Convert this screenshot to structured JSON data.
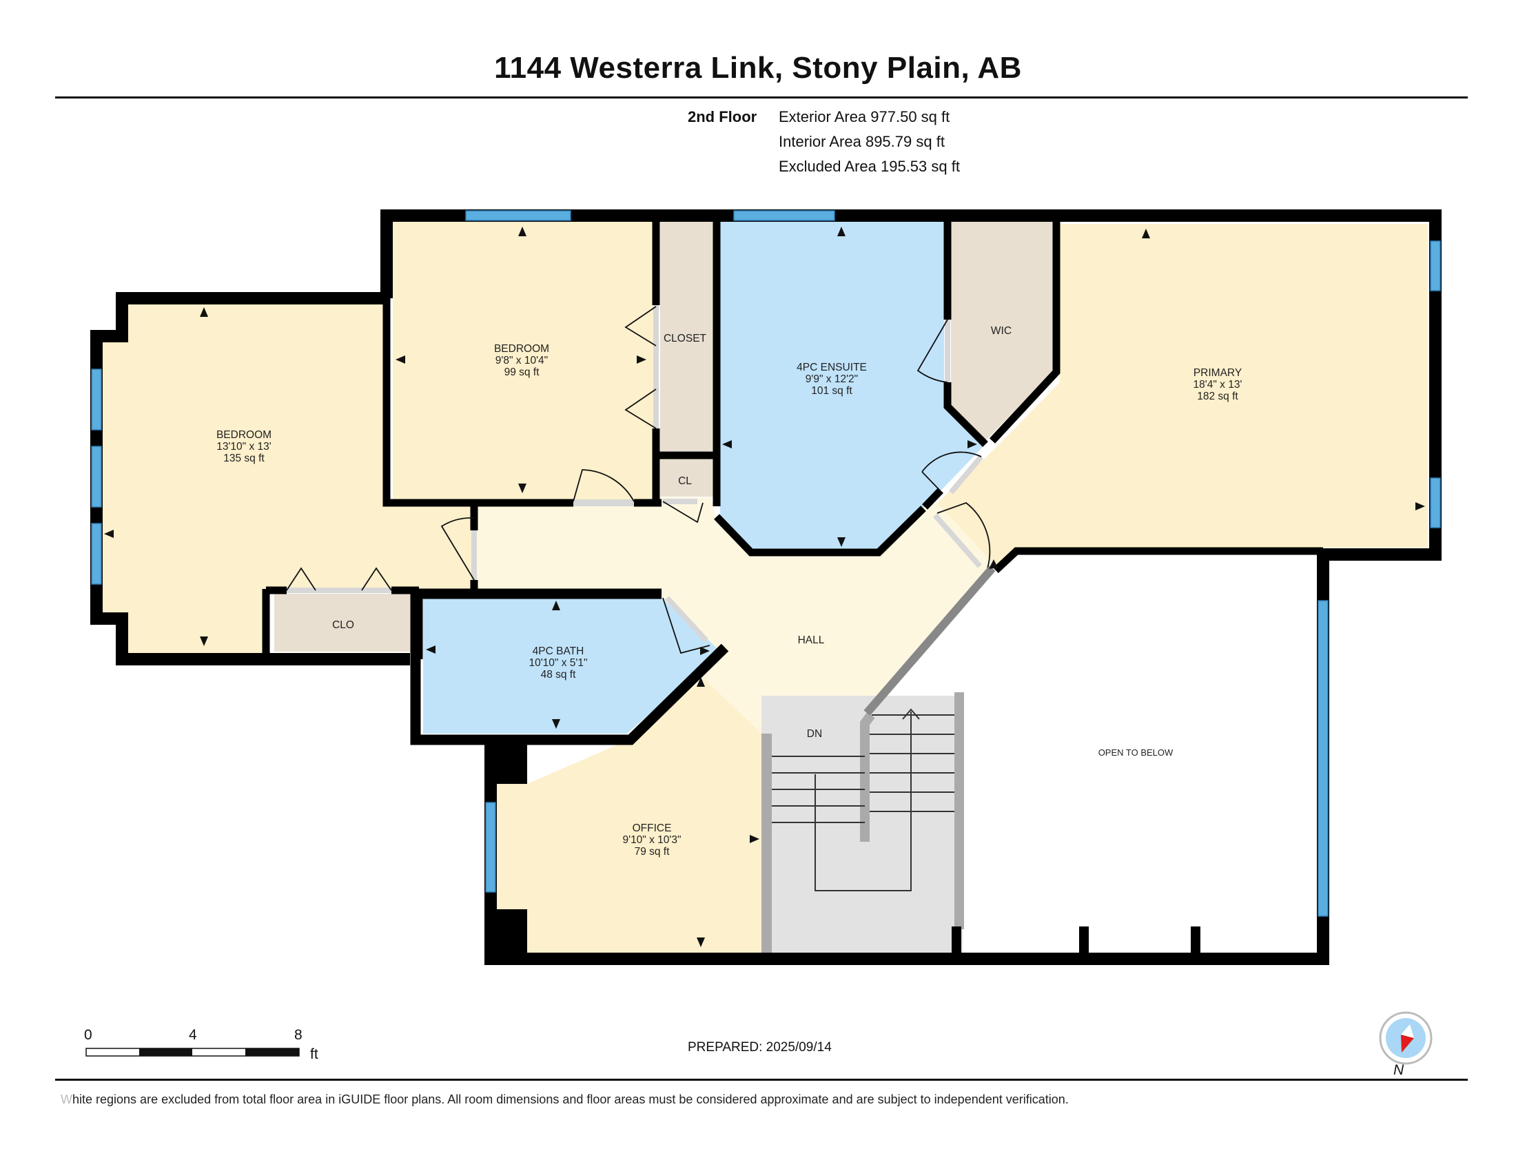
{
  "header": {
    "address": "1144 Westerra Link, Stony Plain, AB",
    "floor": "2nd Floor",
    "areas": [
      "Exterior Area 977.50 sq ft",
      "Interior Area 895.79 sq ft",
      "Excluded Area 195.53 sq ft"
    ]
  },
  "rooms": {
    "bedroom_left": {
      "name": "BEDROOM",
      "dims": "13'10\" x 13'",
      "area": "135 sq ft"
    },
    "bedroom_top": {
      "name": "BEDROOM",
      "dims": "9'8\" x 10'4\"",
      "area": "99 sq ft"
    },
    "closet": {
      "name": "CLOSET"
    },
    "cl": {
      "name": "CL"
    },
    "ensuite": {
      "name": "4PC ENSUITE",
      "dims": "9'9\" x 12'2\"",
      "area": "101 sq ft"
    },
    "wic": {
      "name": "WIC"
    },
    "primary": {
      "name": "PRIMARY",
      "dims": "18'4\" x 13'",
      "area": "182 sq ft"
    },
    "clo": {
      "name": "CLO"
    },
    "bath": {
      "name": "4PC BATH",
      "dims": "10'10\" x 5'1\"",
      "area": "48 sq ft"
    },
    "hall": {
      "name": "HALL"
    },
    "stairs": {
      "name": "DN"
    },
    "open": {
      "name": "OPEN TO BELOW"
    },
    "office": {
      "name": "OFFICE",
      "dims": "9'10\" x 10'3\"",
      "area": "79 sq ft"
    }
  },
  "scale": {
    "ticks": [
      "0",
      "4",
      "8"
    ],
    "unit": "ft"
  },
  "compass": {
    "label": "N"
  },
  "prepared": "PREPARED: 2025/09/14",
  "footer": {
    "first_letter": "W",
    "text": "hite regions are excluded from total floor area in iGUIDE floor plans. All room dimensions and floor areas must be considered approximate and are subject to independent verification."
  },
  "colors": {
    "bedroom": "#fdf0cc",
    "bath": "#c0e3fa",
    "closet": "#e8dfd0",
    "hall": "#fef7e0",
    "stairs": "#e2e2e2",
    "wall": "#000000",
    "window": "#5aaee0",
    "door": "#d7d7d7"
  }
}
